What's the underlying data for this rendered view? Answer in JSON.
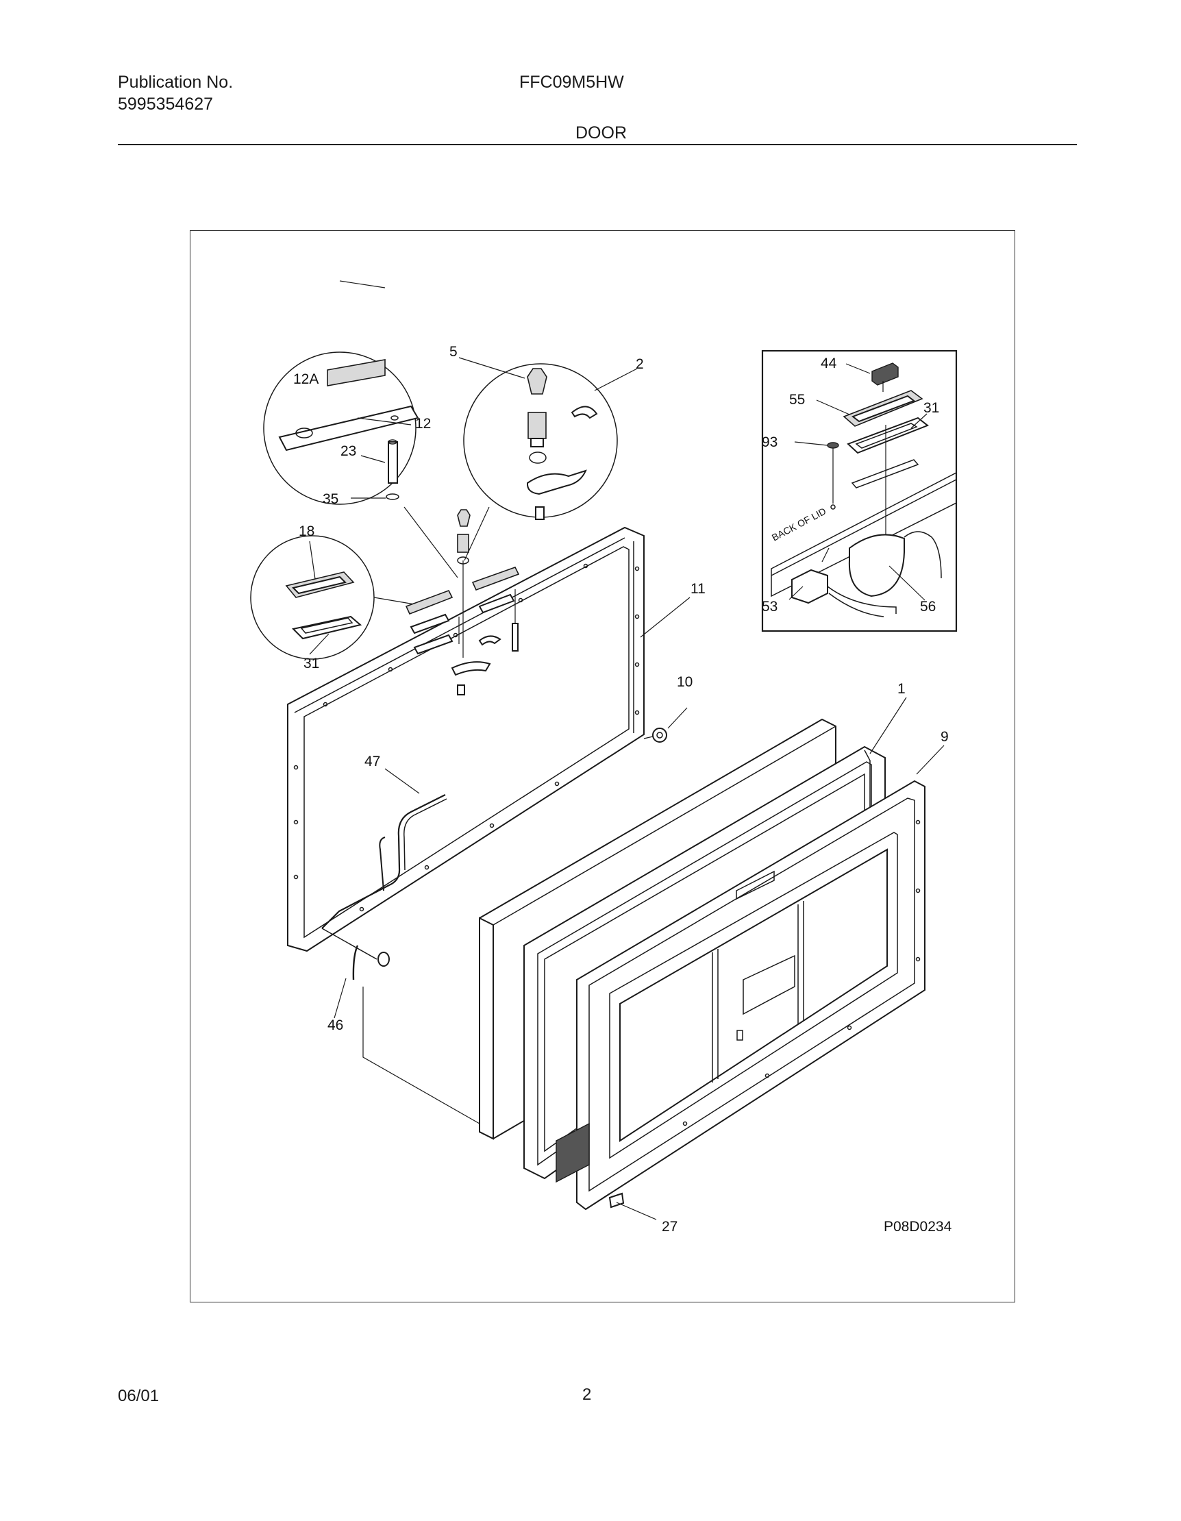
{
  "header": {
    "publication_label": "Publication No.",
    "publication_number": "5995354627",
    "model": "FFC09M5HW",
    "section": "DOOR"
  },
  "diagram": {
    "figure_code": "P08D0234",
    "inset_caption": "BACK OF LID",
    "callouts": {
      "c1": "1",
      "c2": "2",
      "c5": "5",
      "c9": "9",
      "c10": "10",
      "c11": "11",
      "c12": "12",
      "c12a": "12A",
      "c18": "18",
      "c23": "23",
      "c27": "27",
      "c31a": "31",
      "c31b": "31",
      "c35": "35",
      "c44": "44",
      "c46": "46",
      "c47": "47",
      "c53": "53",
      "c55": "55",
      "c56": "56",
      "c93": "93"
    }
  },
  "footer": {
    "date": "06/01",
    "page": "2"
  }
}
